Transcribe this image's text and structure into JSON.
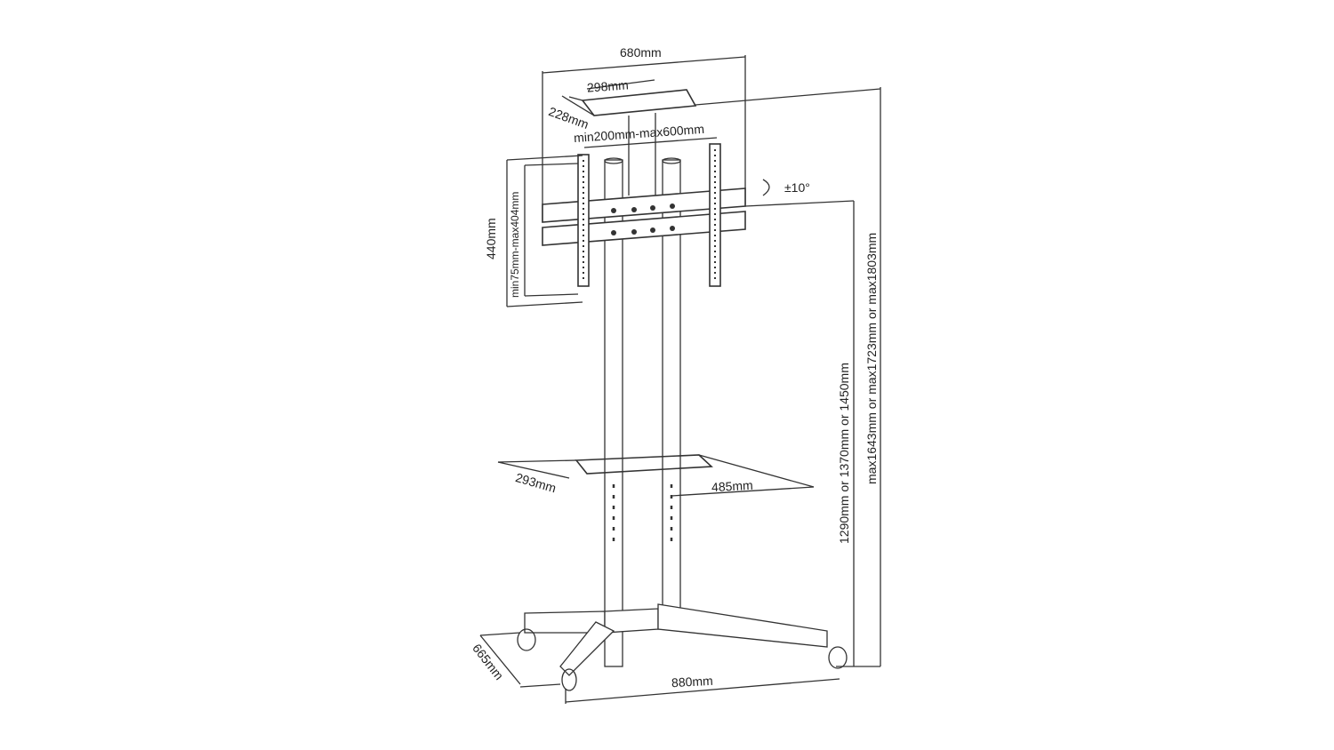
{
  "diagram": {
    "subject": "Mobile TV stand / trolley technical drawing",
    "line_color": "#333333",
    "background": "#ffffff",
    "dimensions": {
      "overall_width": "680mm",
      "top_shelf_width": "298mm",
      "top_shelf_depth": "228mm",
      "vesa_horizontal": "min200mm-max600mm",
      "tilt": "±10°",
      "bracket_height": "440mm",
      "vesa_vertical": "min75mm-max404mm",
      "shelf_depth": "293mm",
      "shelf_width": "485mm",
      "base_depth": "665mm",
      "base_width": "880mm",
      "center_height": "1290mm or 1370mm or 1450mm",
      "max_height": "max1643mm or max1723mm or max1803mm"
    }
  }
}
